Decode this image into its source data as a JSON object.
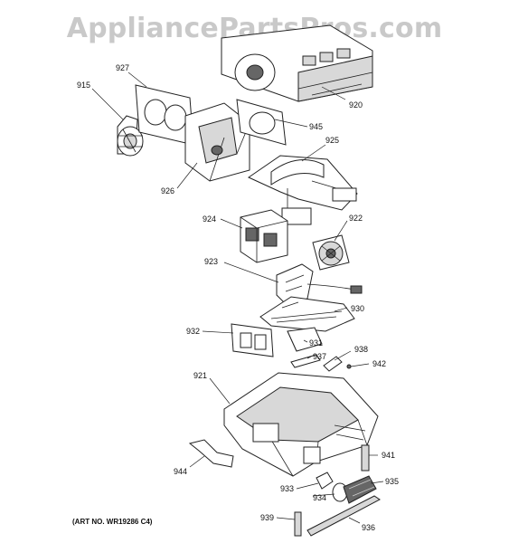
{
  "watermark": "AppliancePartsPros.com",
  "art_number": "(ART NO. WR19286 C4)",
  "callouts": [
    "920",
    "915",
    "927",
    "945",
    "925",
    "926",
    "924",
    "922",
    "923",
    "930",
    "932",
    "931",
    "937",
    "938",
    "942",
    "921",
    "941",
    "944",
    "933",
    "935",
    "934",
    "939",
    "936"
  ]
}
